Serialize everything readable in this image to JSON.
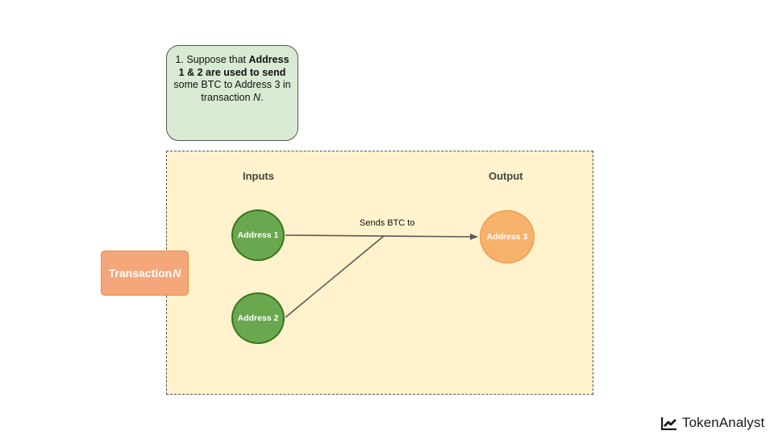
{
  "note": {
    "prefix": "1. Suppose that ",
    "bold": "Address 1 & 2 are used to send",
    "middle": " some BTC to Address 3 in transaction ",
    "italic": "N",
    "suffix": "."
  },
  "inputs_label": "Inputs",
  "output_label": "Output",
  "edge_label": "Sends BTC to",
  "nodes": {
    "address1": "Address 1",
    "address2": "Address 2",
    "address3": "Address 3"
  },
  "transaction": {
    "label": "Transaction ",
    "italic": "N"
  },
  "logo": {
    "text": "TokenAnalyst",
    "icon": "chart-line-icon"
  },
  "colors": {
    "note_fill": "#d9ead3",
    "transaction_area": "#fff2cc",
    "input_node": "#6aa84f",
    "output_node": "#f6b26b",
    "transaction_label": "#f4a77a",
    "edge": "#595959"
  }
}
